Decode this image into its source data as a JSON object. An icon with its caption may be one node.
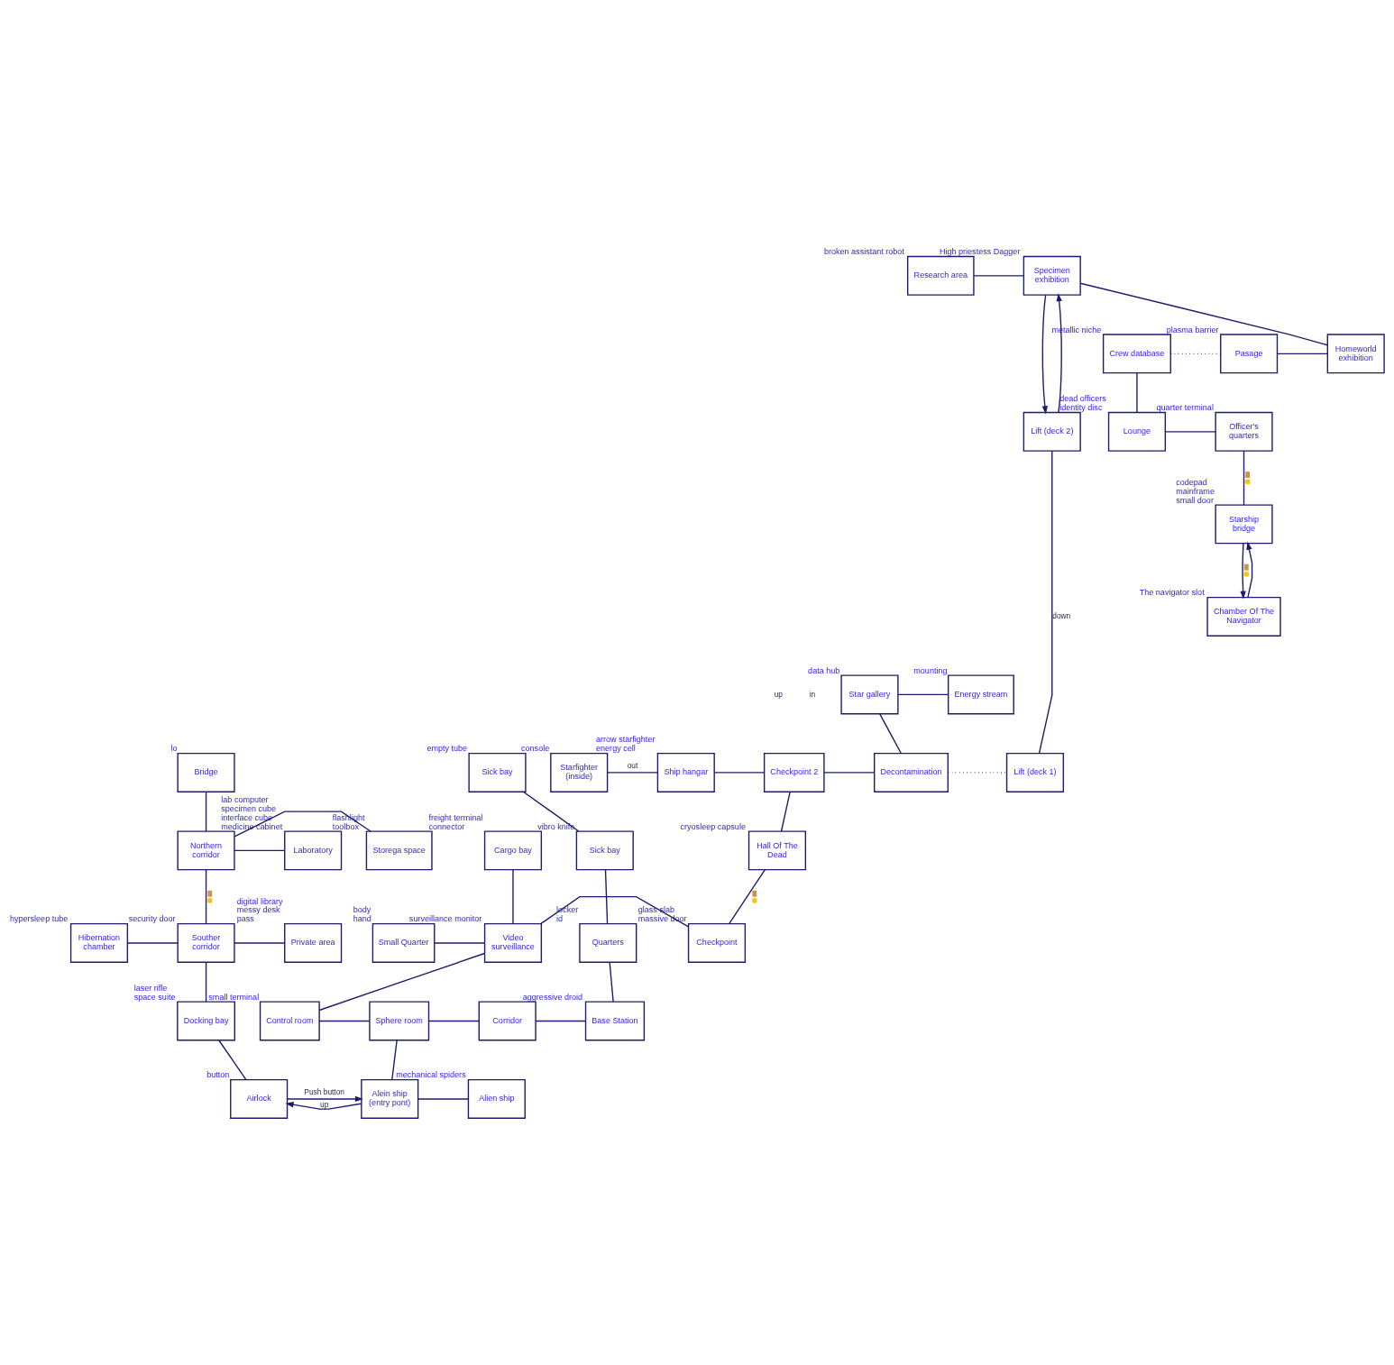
{
  "diagram": {
    "nodes": [
      {
        "text": [
          "Research area"
        ],
        "beside": [
          "broken assistant robot"
        ]
      },
      {
        "text": [
          "Specimen exhibition"
        ],
        "beside": [
          "High priestess Dagger"
        ]
      },
      {
        "text": [
          "Crew database"
        ],
        "beside": [
          "metallic niche"
        ]
      },
      {
        "text": [
          "Pasage"
        ],
        "beside": [
          "plasma barrier"
        ]
      },
      {
        "text": [
          "Homeworld exhibition"
        ]
      },
      {
        "text": [
          "Lounge"
        ],
        "beside": [
          "dead officers",
          "identity disc"
        ]
      },
      {
        "text": [
          "Officer's quarters"
        ],
        "beside": [
          "quarter terminal"
        ]
      },
      {
        "text": [
          "Lift (deck 2)"
        ]
      },
      {
        "text": [
          "Starship bridge"
        ],
        "beside": [
          "codepad",
          "mainframe",
          "small door"
        ]
      },
      {
        "text": [
          "Chamber Of The Navigator"
        ],
        "beside": [
          "The navigator slot"
        ]
      },
      {
        "text": [
          "Energy stream"
        ],
        "beside": [
          "mounting"
        ]
      },
      {
        "text": [
          "Star gallery"
        ],
        "beside": [
          "data hub"
        ]
      },
      {
        "text": [
          "Bridge"
        ],
        "beside": [
          "lo"
        ]
      },
      {
        "text": [
          "Starfighter (inside)"
        ],
        "beside": [
          "console"
        ]
      },
      {
        "text": [
          "Ship hangar"
        ],
        "beside": [
          "arrow starfighter",
          "energy cell"
        ]
      },
      {
        "text": [
          "Checkpoint 2"
        ]
      },
      {
        "text": [
          "Decontamination"
        ]
      },
      {
        "text": [
          "Lift (deck 1)"
        ]
      },
      {
        "text": [
          "Sick bay"
        ],
        "beside": [
          "empty tube"
        ]
      },
      {
        "text": [
          "Laboratory"
        ],
        "beside": [
          "lab computer",
          "specimen cube",
          "interface cube",
          "medicine cabinet"
        ]
      },
      {
        "text": [
          "Northern corridor"
        ]
      },
      {
        "text": [
          "Storega space"
        ],
        "beside": [
          "flashlight",
          "toolbox"
        ]
      },
      {
        "text": [
          "Cargo bay"
        ],
        "beside": [
          "freight terminal",
          "connector"
        ]
      },
      {
        "text": [
          "Hall Of The Dead"
        ],
        "beside": [
          "cryosleep capsule"
        ]
      },
      {
        "text": [
          "Sick bay"
        ],
        "beside": [
          "vibro knife"
        ]
      },
      {
        "text": [
          "Hibernation chamber"
        ],
        "beside": [
          "hypersleep tube"
        ]
      },
      {
        "text": [
          "Souther corridor"
        ],
        "beside": [
          "security door"
        ]
      },
      {
        "text": [
          "Private area"
        ],
        "beside": [
          "digital library",
          "messy desk",
          "pass"
        ]
      },
      {
        "text": [
          "Small Quarter"
        ],
        "beside": [
          "body",
          "hand"
        ]
      },
      {
        "text": [
          "Video surveillance"
        ],
        "beside": [
          "surveillance monitor"
        ]
      },
      {
        "text": [
          "Checkpoint"
        ],
        "beside": [
          "glass slab",
          "massive door"
        ]
      },
      {
        "text": [
          "Quarters"
        ],
        "beside": [
          "locker",
          "id"
        ]
      },
      {
        "text": [
          "Docking bay"
        ],
        "beside": [
          "laser rifle",
          "space suite"
        ]
      },
      {
        "text": [
          "Control room"
        ],
        "beside": [
          "small terminal"
        ]
      },
      {
        "text": [
          "Sphere room"
        ]
      },
      {
        "text": [
          "Corridor"
        ]
      },
      {
        "text": [
          "Base Station"
        ],
        "beside": [
          "aggressive droid"
        ]
      },
      {
        "text": [
          "Airlock"
        ],
        "beside": [
          "button"
        ]
      },
      {
        "text": [
          "Alein ship (entry pont)"
        ]
      },
      {
        "text": [
          "Alien ship"
        ],
        "beside": [
          "mechanical spiders"
        ]
      }
    ],
    "edges": [
      {
        "from": 0,
        "to": 1,
        "arrow": "none"
      },
      {
        "from": 7,
        "to": 1,
        "arrow": "to"
      },
      {
        "from": 1,
        "to": 7,
        "arrow": "to"
      },
      {
        "from": 4,
        "to": 1,
        "arrow": "none"
      },
      {
        "from": 2,
        "to": 3,
        "arrow": "none",
        "style": "dashed"
      },
      {
        "from": 3,
        "to": 4,
        "arrow": "none"
      },
      {
        "from": 2,
        "to": 5,
        "arrow": "none"
      },
      {
        "from": 5,
        "to": 6,
        "arrow": "none"
      },
      {
        "from": 6,
        "to": 8,
        "arrow": "none"
      },
      {
        "from": 8,
        "to": 9,
        "arrow": "to"
      },
      {
        "from": 9,
        "to": 8,
        "arrow": "to"
      },
      {
        "from": 7,
        "to": 17,
        "arrow": "none",
        "label": "down"
      },
      {
        "from": 10,
        "to": 11,
        "arrow": "none"
      },
      {
        "from": 11,
        "to": 16,
        "arrow": "none"
      },
      {
        "from": 13,
        "to": 14,
        "arrow": "none",
        "label": "out"
      },
      {
        "from": 14,
        "to": 15,
        "arrow": "none"
      },
      {
        "from": 15,
        "to": 16,
        "arrow": "none"
      },
      {
        "from": 16,
        "to": 17,
        "arrow": "none",
        "style": "dashed"
      },
      {
        "from": 12,
        "to": 20,
        "arrow": "none"
      },
      {
        "from": 15,
        "to": 23,
        "arrow": "none"
      },
      {
        "from": 18,
        "to": 24,
        "arrow": "none"
      },
      {
        "from": 19,
        "to": 20,
        "arrow": "none"
      },
      {
        "from": 20,
        "to": 21,
        "arrow": "none"
      },
      {
        "from": 20,
        "to": 26,
        "arrow": "none"
      },
      {
        "from": 22,
        "to": 29,
        "arrow": "none"
      },
      {
        "from": 23,
        "to": 30,
        "arrow": "none"
      },
      {
        "from": 24,
        "to": 31,
        "arrow": "none"
      },
      {
        "from": 25,
        "to": 26,
        "arrow": "none"
      },
      {
        "from": 26,
        "to": 27,
        "arrow": "none"
      },
      {
        "from": 28,
        "to": 29,
        "arrow": "none"
      },
      {
        "from": 29,
        "to": 30,
        "arrow": "none"
      },
      {
        "from": 26,
        "to": 32,
        "arrow": "none"
      },
      {
        "from": 29,
        "to": 33,
        "arrow": "none"
      },
      {
        "from": 31,
        "to": 36,
        "arrow": "none"
      },
      {
        "from": 32,
        "to": 37,
        "arrow": "none"
      },
      {
        "from": 33,
        "to": 34,
        "arrow": "none"
      },
      {
        "from": 34,
        "to": 35,
        "arrow": "none"
      },
      {
        "from": 35,
        "to": 36,
        "arrow": "none"
      },
      {
        "from": 34,
        "to": 38,
        "arrow": "none"
      },
      {
        "from": 38,
        "to": 37,
        "arrow": "to",
        "label": "up"
      },
      {
        "from": 37,
        "to": 38,
        "arrow": "to",
        "label": "Push button"
      },
      {
        "from": 38,
        "to": 39,
        "arrow": "none"
      }
    ],
    "labels": [
      "up",
      "in"
    ]
  }
}
